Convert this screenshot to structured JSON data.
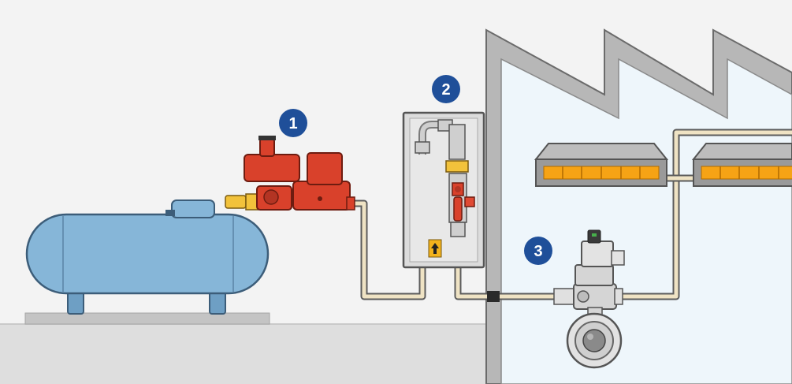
{
  "badges": {
    "pressure_regulator": "1",
    "gas_control_cabinet": "2",
    "solenoid_valve": "3"
  },
  "colors": {
    "background": "#f3f3f3",
    "ground": "#dedede",
    "building_wall": "#b7b7b7",
    "building_interior": "#eef6fb",
    "tank": "#86b6d8",
    "regulator": "#d9412b",
    "pipe": "#efe3c4",
    "pipe_outline": "#5b5b5b",
    "badge": "#1f4f99",
    "heater_glow": "#f6a315",
    "cabinet": "#dcdcdc"
  },
  "icons": {
    "tank": "propane-tank-icon",
    "regulator": "gas-pressure-regulator-icon",
    "cabinet": "gas-control-cabinet-icon",
    "shutoff_valve": "ball-valve-icon",
    "filter": "gas-filter-icon",
    "solenoid": "solenoid-valve-icon",
    "heater": "radiant-heater-icon",
    "flow_arrow": "up-arrow-icon"
  }
}
